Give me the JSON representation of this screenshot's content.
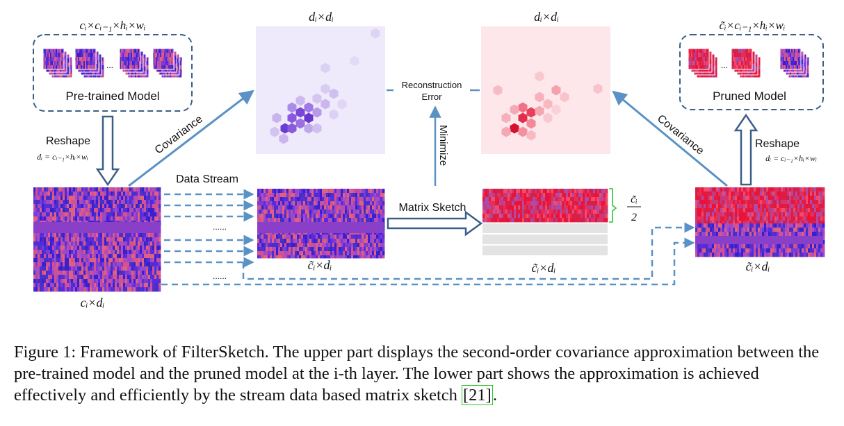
{
  "diagram": {
    "labels": {
      "pretrained_dims": "cᵢ×cᵢ₋₁×hᵢ×wᵢ",
      "pretrained_model": "Pre-trained Model",
      "reshape_left": "Reshape",
      "reshape_formula_left": "dᵢ = cᵢ₋₁×hᵢ×wᵢ",
      "covariance_left": "Covariance",
      "data_stream": "Data Stream",
      "ellipsis": "......",
      "cov_left_dims": "dᵢ×dᵢ",
      "cov_right_dims": "dᵢ×dᵢ",
      "reconstruction_error_1": "Reconstruction",
      "reconstruction_error_2": "Error",
      "minimize": "Minimize",
      "matrix_sketch": "Matrix Sketch",
      "sketch_half_num": "c̃ᵢ",
      "sketch_half_den": "2",
      "pruned_dims": "c̃ᵢ×cᵢ₋₁×hᵢ×wᵢ",
      "pruned_model": "Pruned Model",
      "reshape_right": "Reshape",
      "reshape_formula_right": "dᵢ = cᵢ₋₁×hᵢ×wᵢ",
      "covariance_right": "Covariance",
      "matrix_left_dims": "cᵢ×dᵢ",
      "matrix_stream_dims": "c̃ᵢ×dᵢ",
      "matrix_sketch_dims": "c̃ᵢ×dᵢ",
      "matrix_right_dims": "c̃ᵢ×dᵢ"
    },
    "colors": {
      "arrow_blue": "#5b92c5",
      "dark_arrow": "#3c5f87",
      "purple": "#7a3ad6",
      "magenta": "#e03a6a",
      "lavender_bg": "#efeafb",
      "pink_bg": "#fde7ea"
    }
  },
  "caption": {
    "text_before_ref": "Figure 1:  Framework of FilterSketch. The upper part displays the second-order covariance approximation between the pre-trained model and the pruned model at the i-th layer. The lower part shows the approximation is achieved effectively and efficiently by the stream data based matrix sketch ",
    "ref": "[21]",
    "text_after_ref": "."
  }
}
